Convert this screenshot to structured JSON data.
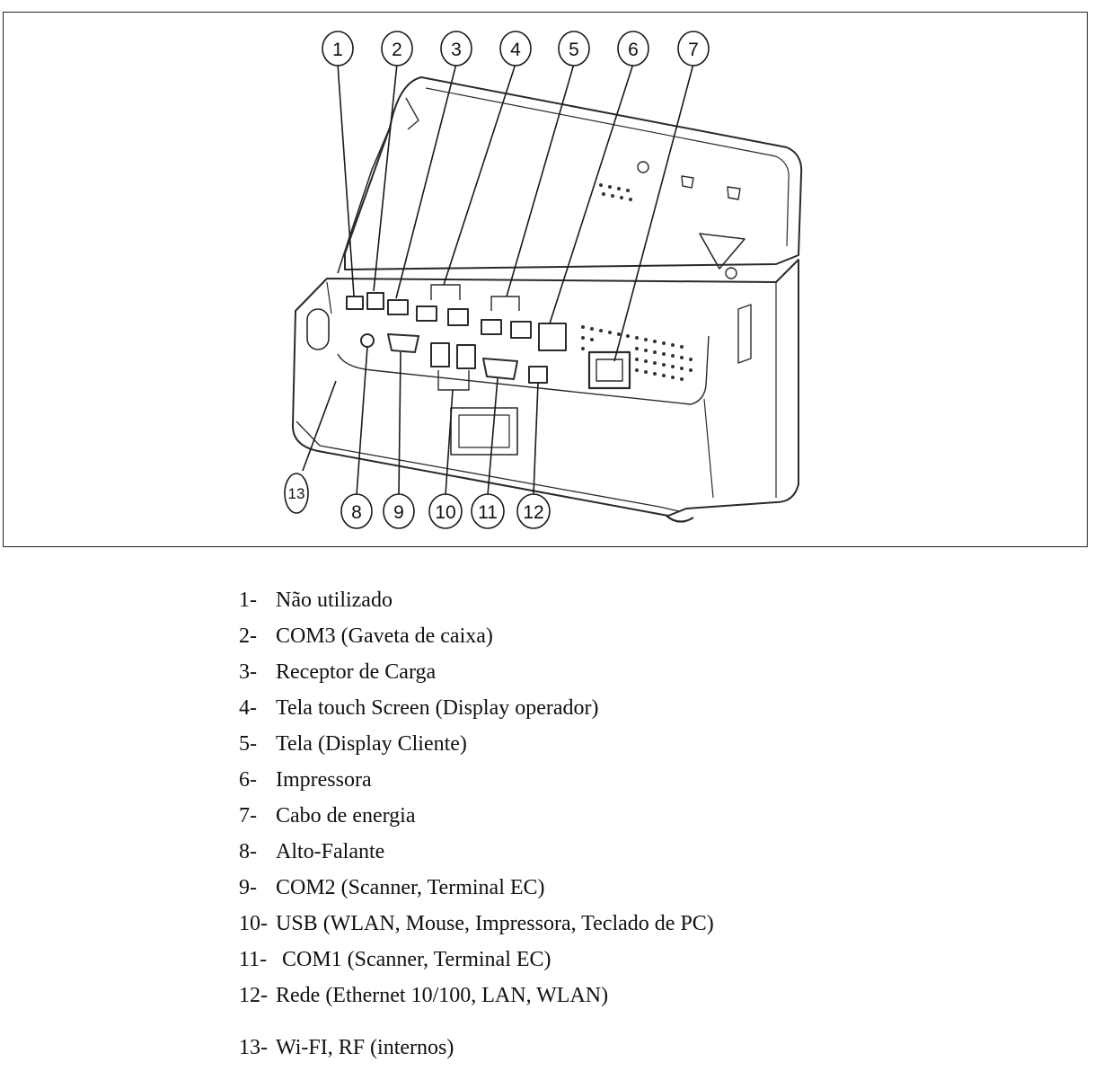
{
  "callouts": {
    "top": [
      "1",
      "2",
      "3",
      "4",
      "5",
      "6",
      "7"
    ],
    "bottom": [
      "8",
      "9",
      "10",
      "11",
      "12"
    ],
    "side": "13"
  },
  "legend": [
    {
      "num": "1-",
      "label": "Não utilizado"
    },
    {
      "num": "2-",
      "label": "COM3 (Gaveta de caixa)"
    },
    {
      "num": "3-",
      "label": "Receptor de Carga"
    },
    {
      "num": "4-",
      "label": "Tela touch Screen (Display operador)"
    },
    {
      "num": "5-",
      "label": "Tela (Display Cliente)"
    },
    {
      "num": "6-",
      "label": "Impressora"
    },
    {
      "num": "7-",
      "label": "Cabo de energia"
    },
    {
      "num": "8-",
      "label": "Alto-Falante"
    },
    {
      "num": "9-",
      "label": "COM2 (Scanner, Terminal EC)"
    },
    {
      "num": "10-",
      "label": "USB (WLAN, Mouse, Impressora, Teclado de PC)"
    },
    {
      "num": "11-",
      "label": "COM1 (Scanner, Terminal EC)"
    },
    {
      "num": "12-",
      "label": "Rede (Ethernet 10/100, LAN, WLAN)"
    },
    {
      "num": "13-",
      "label": "Wi-FI, RF (internos)"
    }
  ]
}
